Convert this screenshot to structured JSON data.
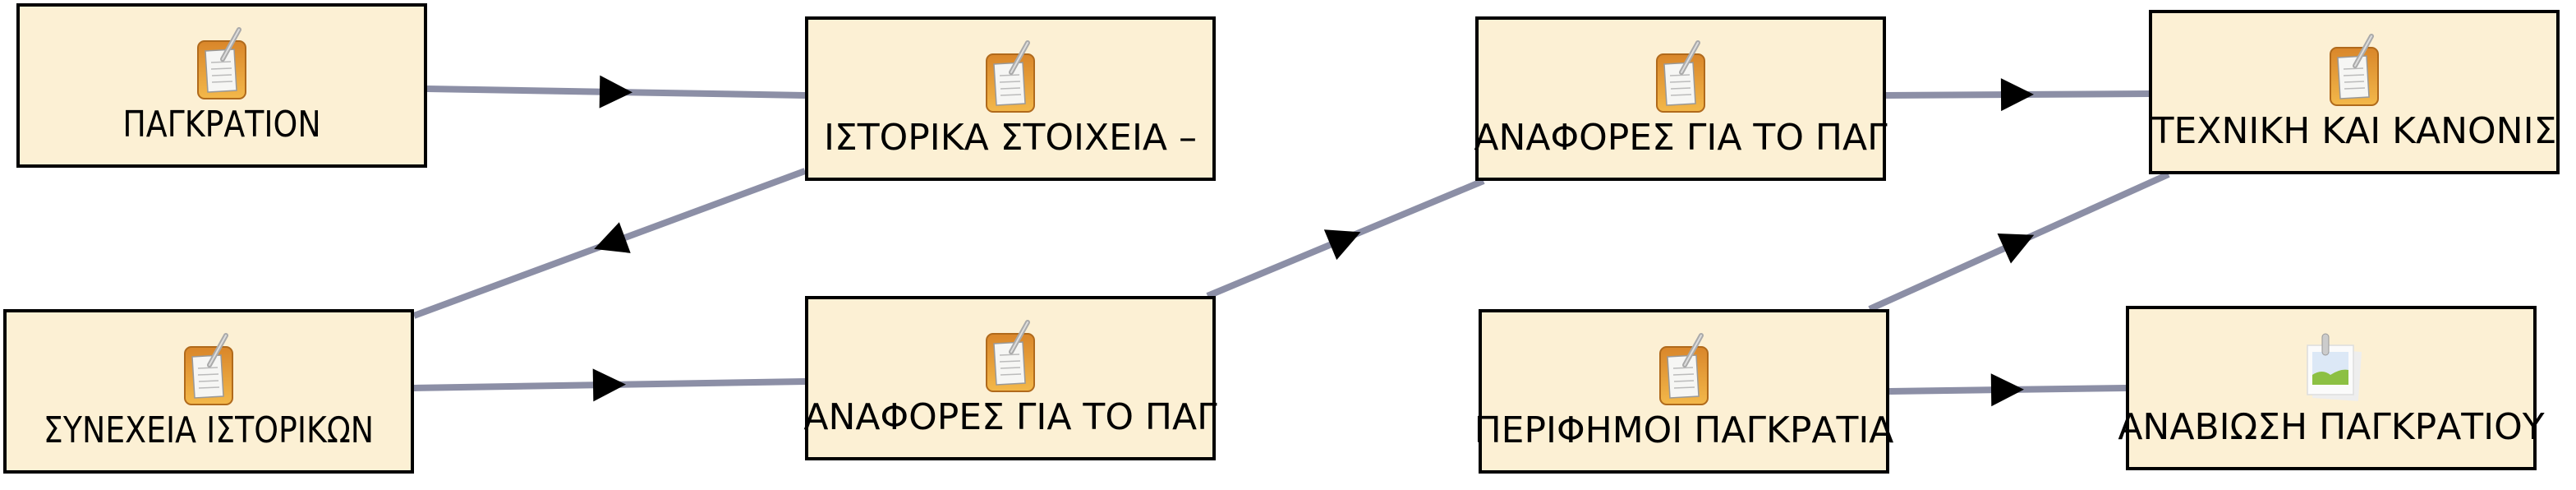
{
  "colors": {
    "node_fill": "#fcf0d4",
    "node_border": "#000000",
    "edge": "#8c8fa6",
    "arrow": "#000000"
  },
  "nodes": [
    {
      "id": "n1",
      "label": "ΠΑΓΚΡΑΤΙΟΝ",
      "icon": "note-icon"
    },
    {
      "id": "n2",
      "label": "ΙΣΤΟΡΙΚΑ ΣΤΟΙΧΕΙΑ –",
      "icon": "note-icon"
    },
    {
      "id": "n3",
      "label": "ΣΥΝΕΧΕΙΑ ΙΣΤΟΡΙΚΩΝ",
      "icon": "note-icon"
    },
    {
      "id": "n4",
      "label": "ΑΝΑΦΟΡΕΣ ΓΙΑ ΤΟ ΠΑΓ",
      "icon": "note-icon"
    },
    {
      "id": "n5",
      "label": "ΑΝΑΦΟΡΕΣ ΓΙΑ ΤΟ ΠΑΓ",
      "icon": "note-icon"
    },
    {
      "id": "n6",
      "label": "ΤΕΧΝΙΚΗ ΚΑΙ ΚΑΝΟΝΙΣ",
      "icon": "note-icon"
    },
    {
      "id": "n7",
      "label": "ΠΕΡΙΦΗΜΟΙ ΠΑΓΚΡΑΤΙΑ",
      "icon": "note-icon"
    },
    {
      "id": "n8",
      "label": "ΑΝΑΒΙΩΣΗ ΠΑΓΚΡΑΤΙΟΥ",
      "icon": "image-icon"
    }
  ],
  "edges": [
    {
      "from": "n1",
      "to": "n2"
    },
    {
      "from": "n2",
      "to": "n3"
    },
    {
      "from": "n3",
      "to": "n4"
    },
    {
      "from": "n4",
      "to": "n5"
    },
    {
      "from": "n5",
      "to": "n6"
    },
    {
      "from": "n7",
      "to": "n6"
    },
    {
      "from": "n7",
      "to": "n8"
    }
  ]
}
